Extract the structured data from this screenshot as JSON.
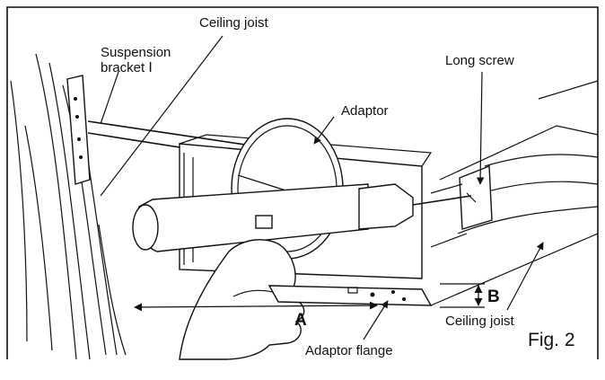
{
  "labels": {
    "suspension_bracket_line1": "Suspension",
    "suspension_bracket_line2": "bracket Ⅰ",
    "ceiling_joist_top": "Ceiling joist",
    "long_screw": "Long screw",
    "adaptor": "Adaptor",
    "dimension_a": "A",
    "dimension_b": "B",
    "ceiling_joist_bottom": "Ceiling joist",
    "adaptor_flange": "Adaptor flange",
    "figure_number": "Fig. 2"
  }
}
